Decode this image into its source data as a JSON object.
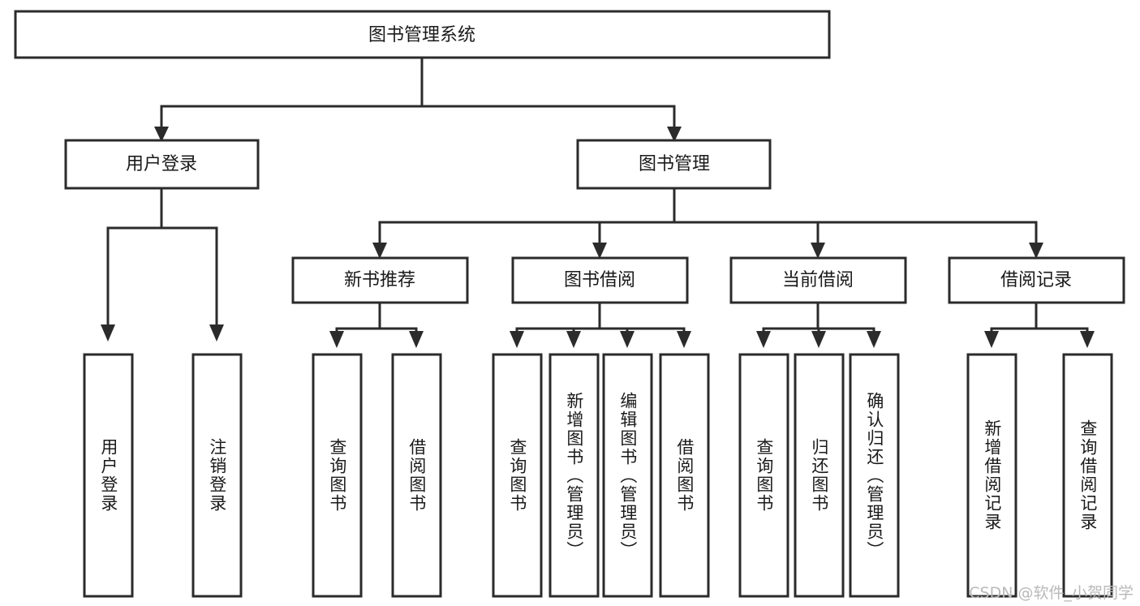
{
  "diagram": {
    "title": "图书管理系统",
    "type": "hierarchy-tree",
    "watermark": "CSDN @软件_小贺同学",
    "colors": {
      "box_stroke": "#2b2b2b",
      "box_fill": "#ffffff",
      "connector": "#2b2b2b",
      "text": "#1a1a1a",
      "watermark": "#b9b9b9",
      "background": "#ffffff"
    },
    "levels": {
      "root": {
        "label": "图书管理系统"
      },
      "level2": [
        {
          "label": "用户登录"
        },
        {
          "label": "图书管理"
        }
      ],
      "level3": [
        {
          "label": "新书推荐"
        },
        {
          "label": "图书借阅"
        },
        {
          "label": "当前借阅"
        },
        {
          "label": "借阅记录"
        }
      ],
      "leaves": {
        "用户登录": [
          {
            "label": "用户登录"
          },
          {
            "label": "注销登录"
          }
        ],
        "新书推荐": [
          {
            "label": "查询图书"
          },
          {
            "label": "借阅图书"
          }
        ],
        "图书借阅": [
          {
            "label": "查询图书"
          },
          {
            "label": "新增图书（管理员）"
          },
          {
            "label": "编辑图书（管理员）"
          },
          {
            "label": "借阅图书"
          }
        ],
        "当前借阅": [
          {
            "label": "查询图书"
          },
          {
            "label": "归还图书"
          },
          {
            "label": "确认归还（管理员）"
          }
        ],
        "借阅记录": [
          {
            "label": "新增借阅记录"
          },
          {
            "label": "查询借阅记录"
          }
        ]
      }
    },
    "nodes": {
      "root": {
        "label": "图书管理系统"
      },
      "n_user_login": {
        "label": "用户登录"
      },
      "n_book_mgmt": {
        "label": "图书管理"
      },
      "n_new_rec": {
        "label": "新书推荐"
      },
      "n_borrow": {
        "label": "图书借阅"
      },
      "n_current": {
        "label": "当前借阅"
      },
      "n_record": {
        "label": "借阅记录"
      },
      "leaf_user_login": {
        "label": "用户登录"
      },
      "leaf_logout": {
        "label": "注销登录"
      },
      "leaf_query_book_a": {
        "label": "查询图书"
      },
      "leaf_borrow_book_a": {
        "label": "借阅图书"
      },
      "leaf_query_book_b": {
        "label": "查询图书"
      },
      "leaf_add_book": {
        "label": "新增图书（管理员）"
      },
      "leaf_edit_book": {
        "label": "编辑图书（管理员）"
      },
      "leaf_borrow_book_b": {
        "label": "借阅图书"
      },
      "leaf_query_book_c": {
        "label": "查询图书"
      },
      "leaf_return_book": {
        "label": "归还图书"
      },
      "leaf_confirm_return": {
        "label": "确认归还（管理员）"
      },
      "leaf_add_record": {
        "label": "新增借阅记录"
      },
      "leaf_query_record": {
        "label": "查询借阅记录"
      }
    }
  }
}
